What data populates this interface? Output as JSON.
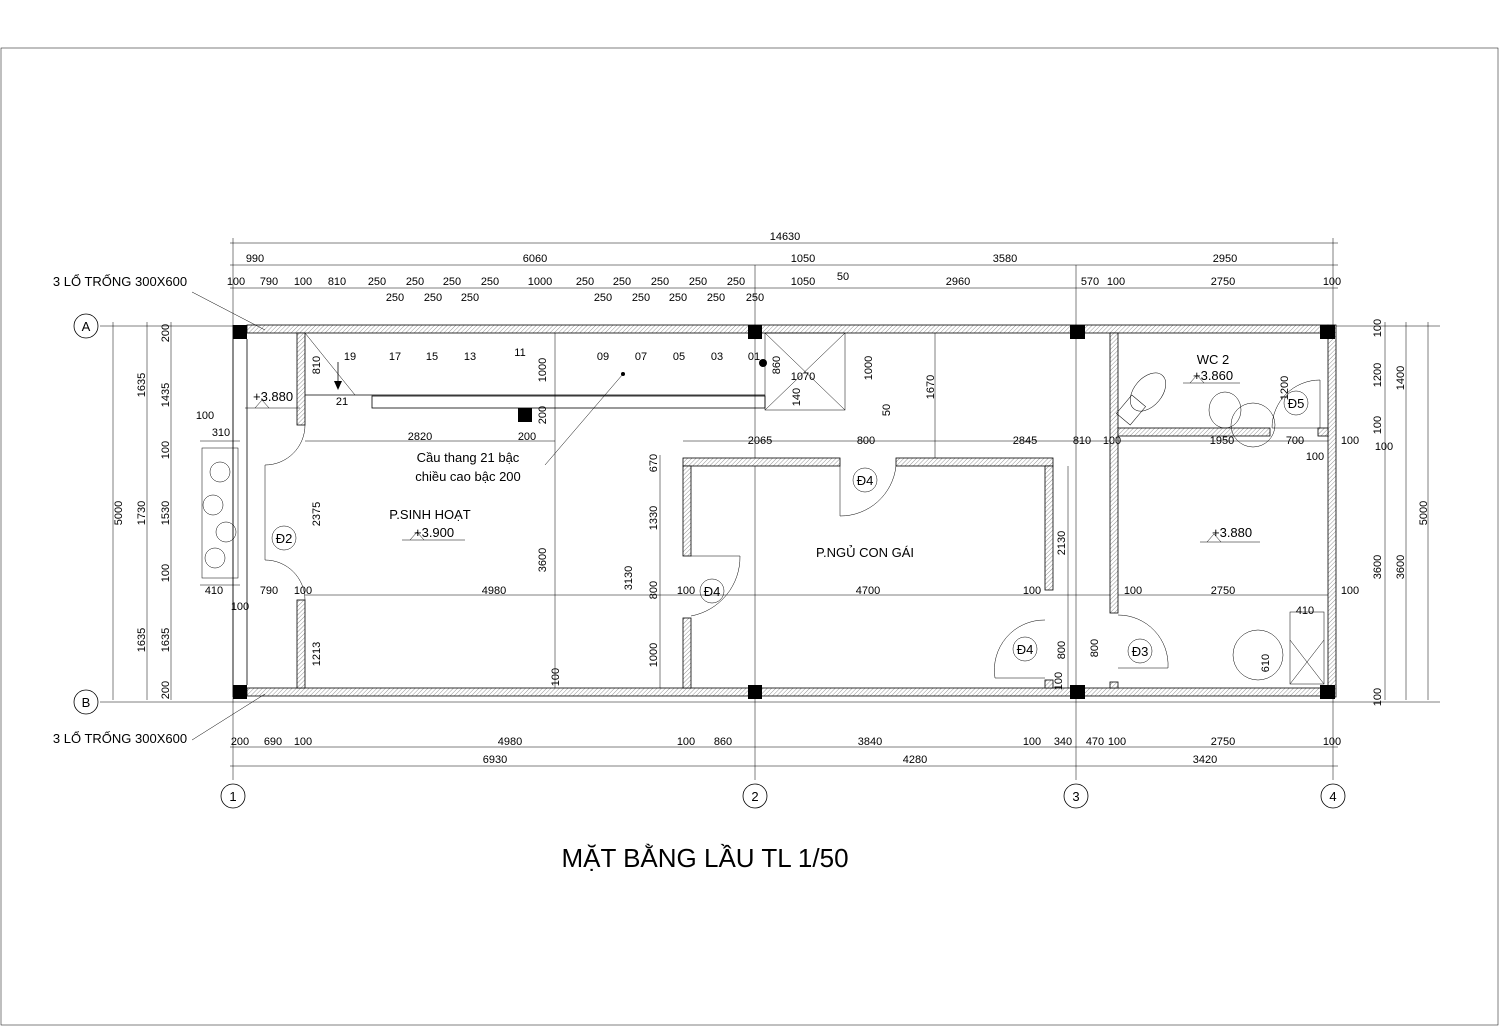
{
  "drawing": {
    "title": "MẶT BẰNG LẦU  TL 1/50",
    "notes": {
      "openings_top": "3 LỔ TRỐNG 300X600",
      "openings_bottom": "3 LỔ TRỐNG 300X600",
      "stair_line1": "Cầu thang 21 bậc",
      "stair_line2": "chiều cao bậc 200"
    },
    "rooms": [
      "P.SINH HOẠT",
      "P.NGỦ CON GÁI",
      "WC 2"
    ],
    "levels": [
      "+3.880",
      "+3.900",
      "+3.860",
      "+3.880"
    ],
    "doors": [
      "Đ2",
      "Đ4",
      "Đ4",
      "Đ4",
      "Đ3",
      "Đ5"
    ],
    "grid_axes": [
      "A",
      "B",
      "1",
      "2",
      "3",
      "4"
    ],
    "stair_numbers": [
      "19",
      "17",
      "15",
      "13",
      "11",
      "09",
      "07",
      "05",
      "03",
      "01",
      "21"
    ]
  },
  "dimensions": {
    "top_overall": [
      "14630"
    ],
    "top_row2": [
      "990",
      "6060",
      "1050",
      "3580",
      "2950"
    ],
    "top_row3": [
      "100",
      "790",
      "100",
      "810",
      "250",
      "250",
      "250",
      "250",
      "1000",
      "250",
      "250",
      "250",
      "250",
      "250",
      "1050",
      "50",
      "2960",
      "570",
      "100",
      "2750",
      "100"
    ],
    "top_row3b": [
      "250",
      "250",
      "250",
      "250",
      "250",
      "250",
      "250",
      "250"
    ],
    "bottom_row1": [
      "200",
      "690",
      "100",
      "4980",
      "100",
      "860",
      "3840",
      "100",
      "340",
      "470",
      "100",
      "2750",
      "100"
    ],
    "bottom_row2": [
      "6930",
      "4280",
      "3420"
    ],
    "left": [
      "5000",
      "1635",
      "1730",
      "1635",
      "200",
      "1435",
      "100",
      "1530",
      "100",
      "1635",
      "200"
    ],
    "right": [
      "100",
      "1200",
      "100",
      "3600",
      "100",
      "1400",
      "3600",
      "5000"
    ],
    "interior": [
      "810",
      "1000",
      "200",
      "860",
      "1070",
      "140",
      "1000",
      "50",
      "1670",
      "100",
      "310",
      "2820",
      "200",
      "2065",
      "800",
      "2845",
      "810",
      "100",
      "1950",
      "700",
      "100",
      "100",
      "670",
      "2375",
      "1330",
      "3130",
      "3600",
      "2130",
      "410",
      "790",
      "100",
      "4980",
      "100",
      "4700",
      "100",
      "100",
      "2750",
      "100",
      "800",
      "100",
      "1213",
      "1000",
      "100",
      "800",
      "100",
      "800",
      "410",
      "610",
      "1200",
      "100"
    ]
  }
}
